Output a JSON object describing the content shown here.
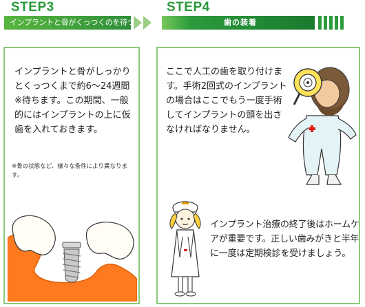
{
  "step3": {
    "title": "STEP3",
    "banner": "インプラントと骨がくっつくのを待つ",
    "body": "インプラントと骨がしっかりとくっつくまで約6〜24週間※待ちます。この期間、一般的にはインプラントの上に仮歯を入れておきます。",
    "note": "※骨の状態など、様々な条件により異なります。"
  },
  "step4": {
    "title": "STEP4",
    "banner": "歯の装着",
    "body": "ここで人工の歯を取り付けます。手術2回式のインプラントの場合はここでもう一度手術してインプラントの頭を出さなければなりません。",
    "body2": "インプラント治療の終了後はホームケアが重要です。正しい歯みがきと半年に一度は定期検診を受けましょう。"
  },
  "colors": {
    "accent_green": "#2a9a3c",
    "panel_border": "#8bc87a",
    "gum": "#ff7a1e"
  }
}
